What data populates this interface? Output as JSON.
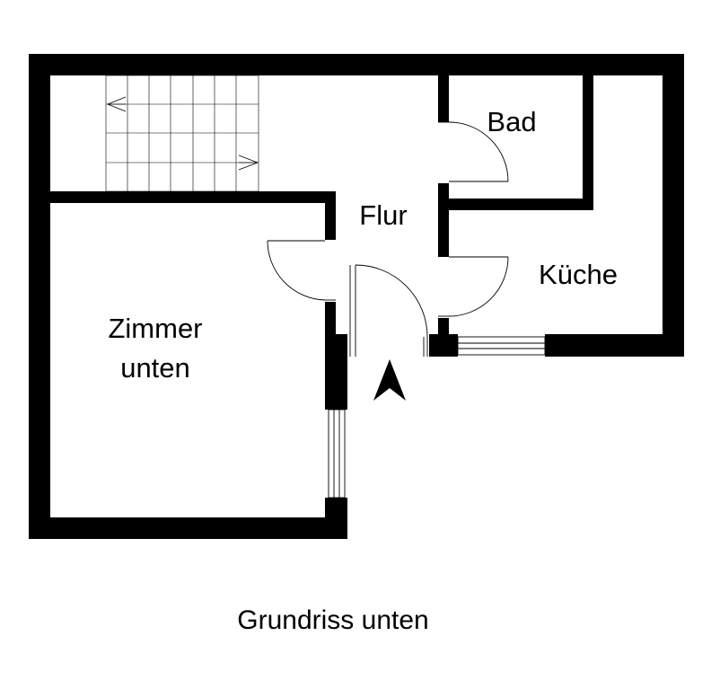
{
  "rooms": {
    "bad": "Bad",
    "flur": "Flur",
    "kueche": "Küche",
    "zimmer_line1": "Zimmer",
    "zimmer_line2": "unten"
  },
  "caption": "Grundriss unten",
  "colors": {
    "wall": "#000000",
    "background": "#ffffff",
    "thin_line": "#000000"
  },
  "icons": {
    "entrance": "entrance-arrow-icon",
    "stairs_direction": "arrow-icon"
  }
}
